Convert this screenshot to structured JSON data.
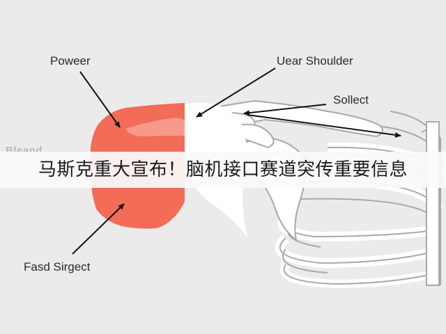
{
  "colors": {
    "background": "#ebebeb",
    "muscle_highlight": "#f26c58",
    "bone": "#ffffff",
    "bone_outline": "#a8a8a8",
    "arrow": "#111111"
  },
  "labels": {
    "power": "Poweer",
    "upper_shoulder": "Uear Shoulder",
    "collect": "Sollect",
    "fasd": "Fasd Sirgect"
  },
  "watermark": "Bleand",
  "headline": "马斯克重大宣布！脑机接口赛道突传重要信息"
}
